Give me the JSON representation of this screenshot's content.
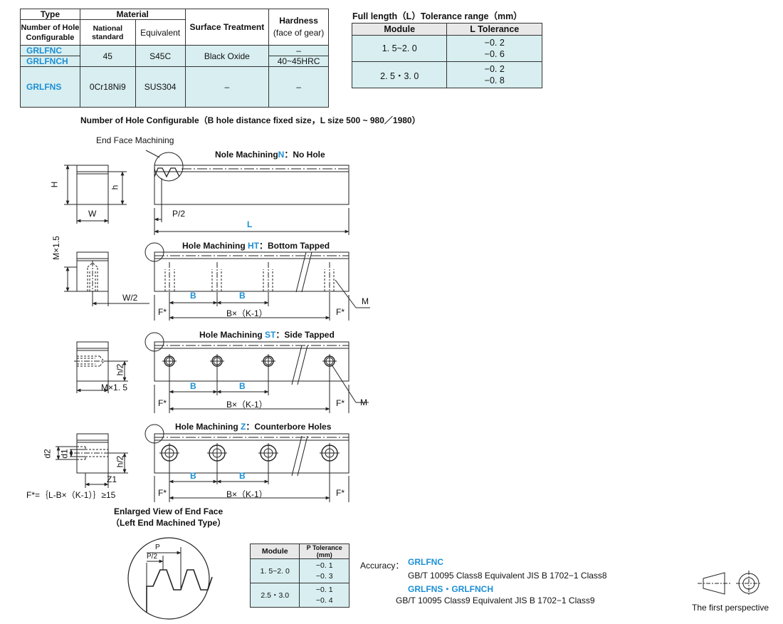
{
  "material_table": {
    "headers": {
      "type": "Type",
      "material": "Material",
      "surface_treatment": "Surface Treatment",
      "hardness_1": "Hardness",
      "hardness_2": "(face of gear)",
      "configurable_1": "Number of Hole",
      "configurable_2": "Configurable",
      "national_standard": "National standard",
      "equivalent": "Equivalent"
    },
    "rows": [
      {
        "type": "GRLFNC",
        "national": "45",
        "equivalent": "S45C",
        "surface": "Black Oxide",
        "hardness": "–"
      },
      {
        "type": "GRLFNCH",
        "hardness": "40~45HRC"
      },
      {
        "type": "GRLFNS",
        "national": "0Cr18Ni9",
        "equivalent": "SUS304",
        "surface": "–",
        "hardness": "–"
      }
    ]
  },
  "length_tolerance": {
    "title": "Full length（L）Tolerance range（mm）",
    "headers": {
      "module": "Module",
      "tolerance": "L Tolerance"
    },
    "rows": [
      {
        "module": "1. 5~2. 0",
        "upper": "−0. 2",
        "lower": "−0. 6"
      },
      {
        "module": "2. 5・3. 0",
        "upper": "−0. 2",
        "lower": "−0. 8"
      }
    ]
  },
  "section_title": "Number of Hole Configurable（B hole distance fixed size，L size 500 ~ 980／1980）",
  "drawings": {
    "end_face_machining": "End Face Machining",
    "no_hole_prefix": "Nole Machining",
    "no_hole_code": "N",
    "no_hole_suffix": "：No Hole",
    "ht_prefix": "Hole Machining ",
    "ht_code": "HT",
    "ht_suffix": "：Bottom Tapped",
    "st_prefix": "Hole Machining ",
    "st_code": "ST",
    "st_suffix": "：Side Tapped",
    "z_prefix": "Hole Machining ",
    "z_code": "Z",
    "z_suffix": "：Counterbore Holes",
    "dim_H": "H",
    "dim_h": "h",
    "dim_W": "W",
    "dim_P2": "P/2",
    "dim_L": "L",
    "dim_M15": "M×1.5",
    "dim_W2": "W/2",
    "dim_B": "B",
    "dim_BK": "B×（K-1）",
    "dim_F": "F*",
    "dim_M": "M",
    "dim_h2": "h/2",
    "dim_M15b": "M×1. 5",
    "dim_d2": "d2",
    "dim_d1": "d1",
    "dim_Z1": "Z1",
    "dim_P": "P",
    "formula": "F*=｛L-B×（K-1）｝≥15"
  },
  "enlarged_view": {
    "title_1": "Enlarged View of End Face",
    "title_2": "（Left End Machined Type）"
  },
  "p_tolerance": {
    "headers": {
      "module": "Module",
      "tolerance": "P Tolerance (mm)"
    },
    "rows": [
      {
        "module": "1. 5~2. 0",
        "upper": "−0. 1",
        "lower": "−0. 3"
      },
      {
        "module": "2.5・3.0",
        "upper": "−0. 1",
        "lower": "−0. 4"
      }
    ]
  },
  "accuracy": {
    "label": "Accuracy：",
    "line1_code": "GRLFNC",
    "line1_text": "GB/T 10095   Class8 Equivalent  JIS B   1702−1 Class8",
    "line2_code": "GRLFNS・GRLFNCH",
    "line2_text": "GB/T 10095    Class9 Equivalent  JIS B   1702−1 Class9"
  },
  "perspective": "The first perspective",
  "colors": {
    "accent": "#1b8fd6",
    "table_fill": "#d8eef0"
  }
}
